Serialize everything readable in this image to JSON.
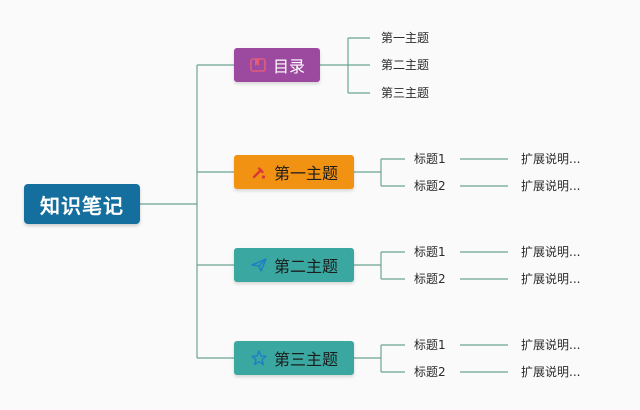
{
  "root": {
    "label": "知识笔记"
  },
  "colors": {
    "root": "#146e9e",
    "toc": "#9c4a9f",
    "topic1": "#f29212",
    "topic2": "#3aa7a0",
    "topic3": "#3aa7a0",
    "line": "#6aa595"
  },
  "toc": {
    "label": "目录",
    "icon": "bookmark-icon",
    "items": [
      "第一主题",
      "第二主题",
      "第三主题"
    ]
  },
  "topics": [
    {
      "label": "第一主题",
      "icon": "hammer-icon",
      "children": [
        {
          "title": "标题1",
          "desc": "扩展说明..."
        },
        {
          "title": "标题2",
          "desc": "扩展说明..."
        }
      ]
    },
    {
      "label": "第二主题",
      "icon": "send-icon",
      "children": [
        {
          "title": "标题1",
          "desc": "扩展说明..."
        },
        {
          "title": "标题2",
          "desc": "扩展说明..."
        }
      ]
    },
    {
      "label": "第三主题",
      "icon": "star-icon",
      "children": [
        {
          "title": "标题1",
          "desc": "扩展说明..."
        },
        {
          "title": "标题2",
          "desc": "扩展说明..."
        }
      ]
    }
  ]
}
